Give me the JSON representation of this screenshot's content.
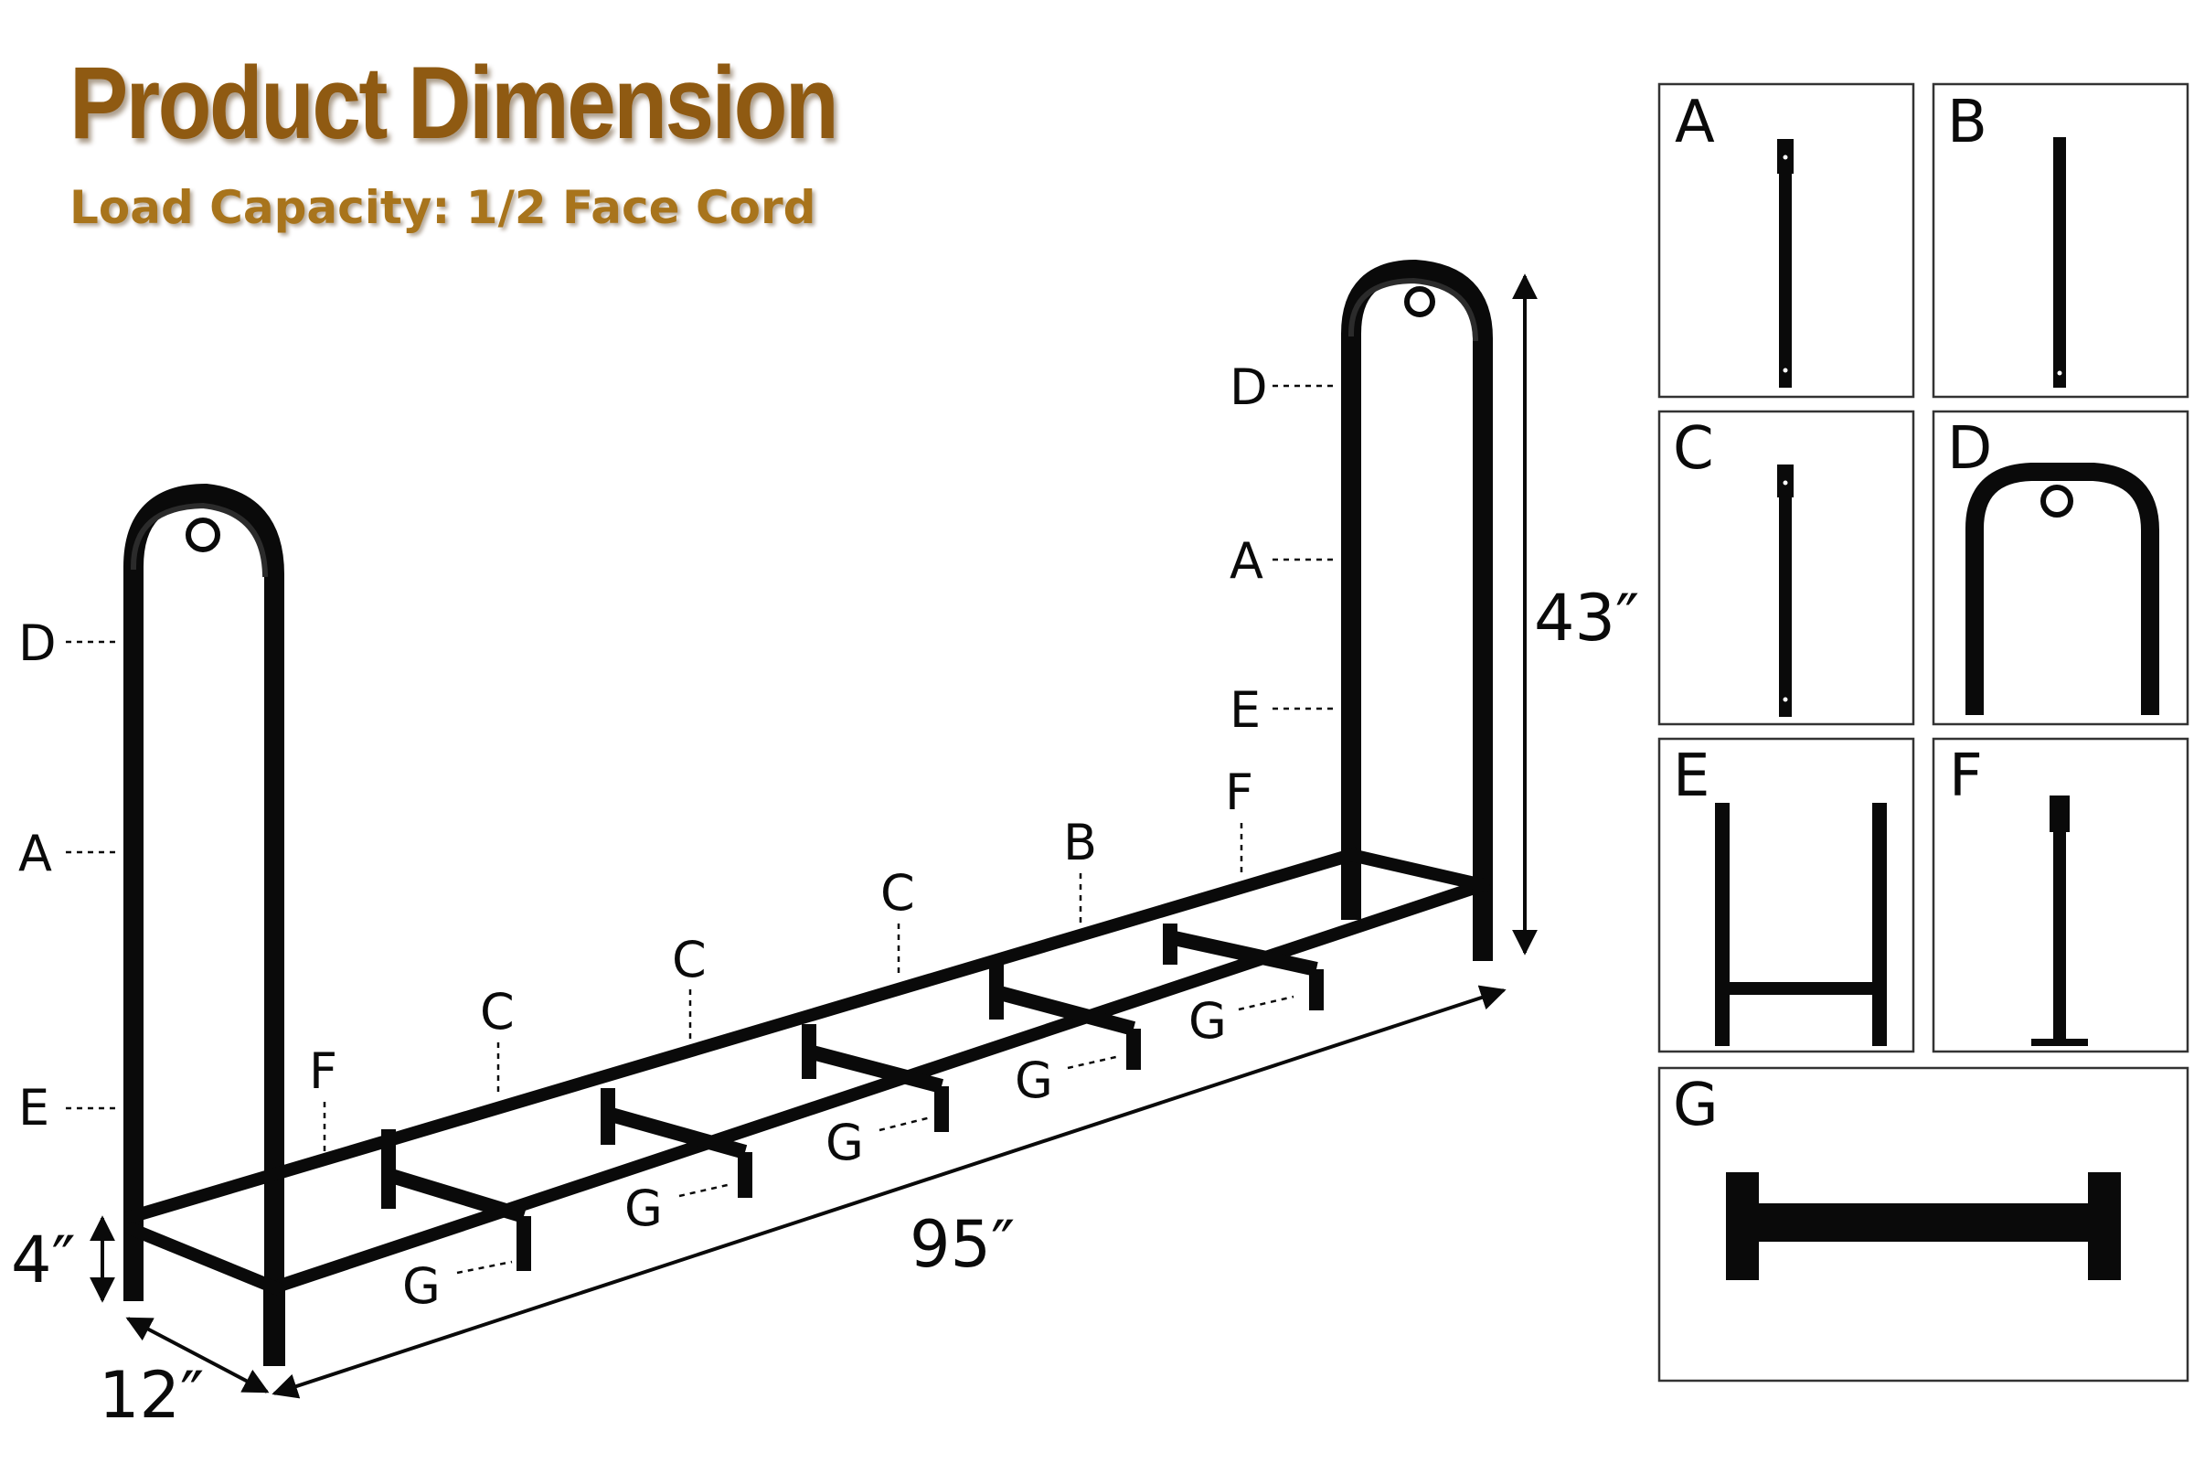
{
  "header": {
    "title": "Product Dimension",
    "subtitle": "Load Capacity: 1/2 Face Cord"
  },
  "colors": {
    "title": "#8f5a12",
    "subtitle": "#a8741c",
    "frame": "#0a0a0a",
    "panel_border": "#333333"
  },
  "labels": {
    "left": [
      "D",
      "A",
      "E"
    ],
    "right": [
      "D",
      "A",
      "E"
    ],
    "top_rail": [
      "F",
      "C",
      "C",
      "C",
      "B",
      "F"
    ],
    "crossbars": [
      "G",
      "G",
      "G",
      "G",
      "G"
    ]
  },
  "dimensions": {
    "height": "43″",
    "length": "95″",
    "depth": "12″",
    "clearance": "4″"
  },
  "parts": {
    "a": "A",
    "b": "B",
    "c": "C",
    "d": "D",
    "e": "E",
    "f": "F",
    "g": "G"
  }
}
